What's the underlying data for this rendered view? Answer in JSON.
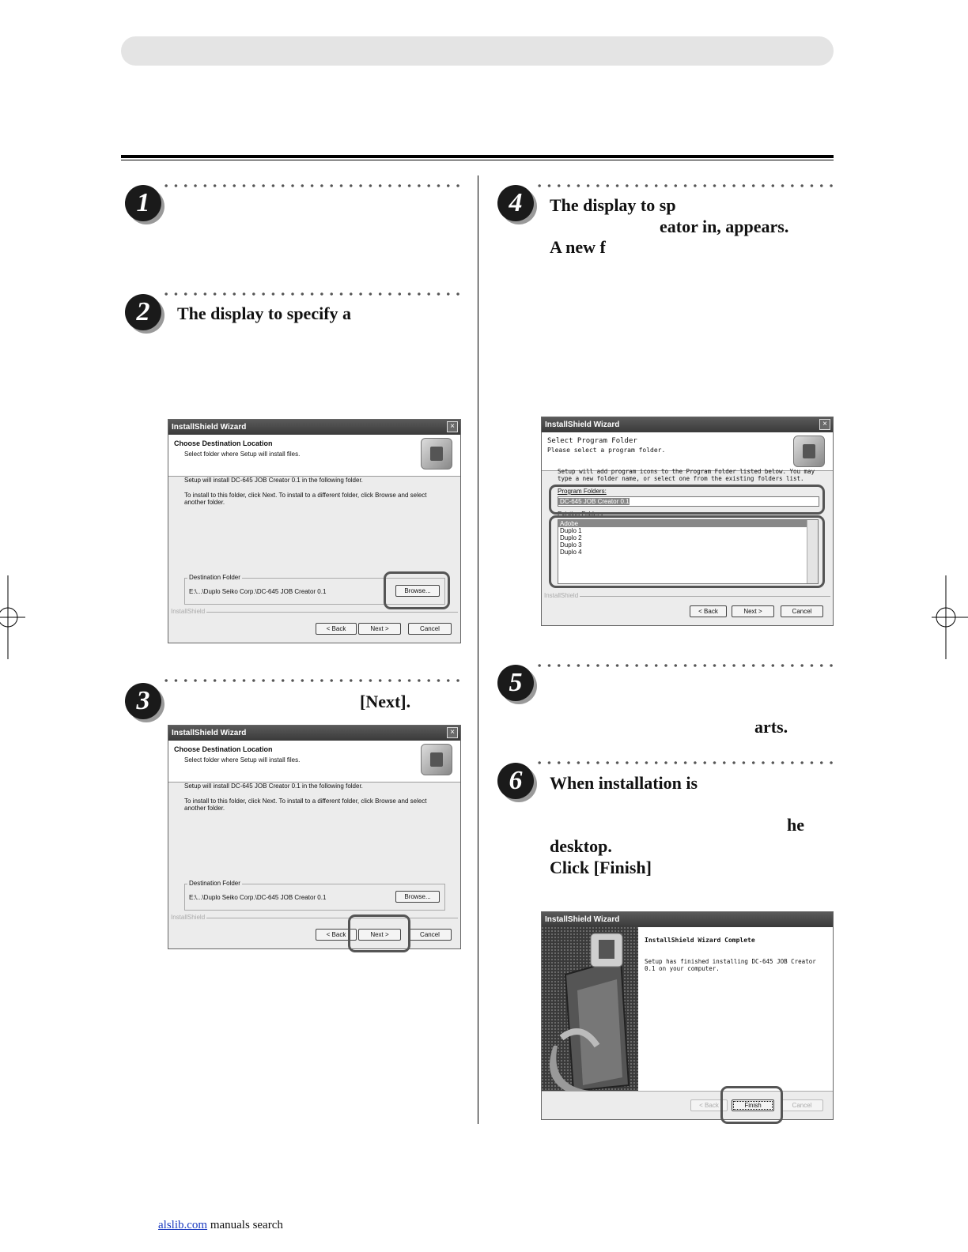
{
  "steps": [
    {
      "num": "1",
      "lines": []
    },
    {
      "num": "2",
      "lines": [
        "The display to specify a"
      ]
    },
    {
      "num": "3",
      "lines": [
        "[Next]."
      ]
    },
    {
      "num": "4",
      "lines": [
        "The display to sp",
        "eator in, appears.",
        "A new f"
      ]
    },
    {
      "num": "5",
      "lines": [
        "arts."
      ]
    },
    {
      "num": "6",
      "lines": [
        "When installation is",
        "he",
        "desktop.",
        "Click [Finish]"
      ]
    }
  ],
  "dialog_dest": {
    "title": "InstallShield Wizard",
    "close": "×",
    "heading": "Choose Destination Location",
    "subheading": "Select folder where Setup will install files.",
    "line1": "Setup will install DC-645 JOB Creator 0.1 in the following folder.",
    "line2": "To install to this folder, click Next. To install to a different folder, click Browse and select",
    "line3": "another folder.",
    "group_label": "Destination Folder",
    "path": "E:\\...\\Duplo Seiko Corp.\\DC-645 JOB Creator 0.1",
    "browse": "Browse...",
    "brand": "InstallShield",
    "back": "< Back",
    "next": "Next >",
    "cancel": "Cancel"
  },
  "dialog_folder": {
    "title": "InstallShield Wizard",
    "close": "×",
    "heading": "Select Program Folder",
    "subheading": "Please select a program folder.",
    "line1": "Setup will add program icons to the Program Folder listed below.  You may",
    "line2": "type a new folder name, or select one from the existing folders list.",
    "program_label": "Program Folders:",
    "program_value": "DC-645 JOB Creator 0.1",
    "existing_label": "Existing Folders:",
    "folders": [
      "Adobe",
      "Duplo 1",
      "Duplo 2",
      "Duplo 3",
      "Duplo 4"
    ],
    "brand": "InstallShield",
    "back": "< Back",
    "next": "Next >",
    "cancel": "Cancel"
  },
  "dialog_finish": {
    "title": "InstallShield Wizard",
    "heading": "InstallShield Wizard Complete",
    "line1": "Setup has finished installing DC-645 JOB Creator",
    "line2": "0.1 on your computer.",
    "back": "< Back",
    "finish": "Finish",
    "cancel": "Cancel"
  },
  "footer": {
    "link": "alslib.com",
    "text": "manuals search"
  }
}
